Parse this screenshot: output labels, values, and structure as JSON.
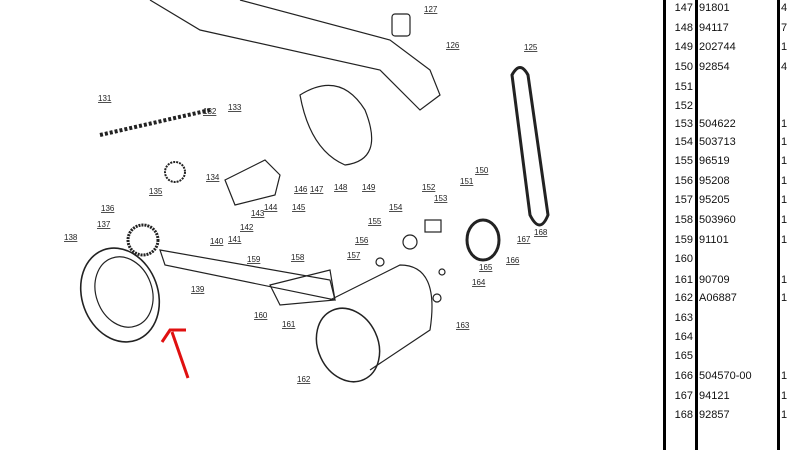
{
  "callouts": [
    "125",
    "126",
    "127",
    "131",
    "132",
    "133",
    "134",
    "135",
    "136",
    "137",
    "138",
    "139",
    "140",
    "141",
    "142",
    "143",
    "144",
    "145",
    "146",
    "147",
    "148",
    "149",
    "150",
    "151",
    "152",
    "153",
    "154",
    "155",
    "156",
    "157",
    "158",
    "159",
    "160",
    "161",
    "162",
    "163",
    "164",
    "165",
    "166",
    "167",
    "168"
  ],
  "parts_table": [
    {
      "num": "147",
      "part": "91801",
      "qty": "4"
    },
    {
      "num": "148",
      "part": "94117",
      "qty": "7"
    },
    {
      "num": "149",
      "part": "202744",
      "qty": "1"
    },
    {
      "num": "150",
      "part": "92854",
      "qty": "4"
    },
    {
      "num": "151",
      "part": "",
      "qty": ""
    },
    {
      "num": "152",
      "part": "",
      "qty": ""
    },
    {
      "num": "153",
      "part": "504622",
      "qty": "1"
    },
    {
      "num": "154",
      "part": "503713",
      "qty": "1"
    },
    {
      "num": "155",
      "part": "96519",
      "qty": "1"
    },
    {
      "num": "156",
      "part": "95208",
      "qty": "1"
    },
    {
      "num": "157",
      "part": "95205",
      "qty": "1"
    },
    {
      "num": "158",
      "part": "503960",
      "qty": "1"
    },
    {
      "num": "159",
      "part": "91101",
      "qty": "1"
    },
    {
      "num": "160",
      "part": "",
      "qty": ""
    },
    {
      "num": "161",
      "part": "90709",
      "qty": "1"
    },
    {
      "num": "162",
      "part": "A06887",
      "qty": "1"
    },
    {
      "num": "163",
      "part": "",
      "qty": ""
    },
    {
      "num": "164",
      "part": "",
      "qty": ""
    },
    {
      "num": "165",
      "part": "",
      "qty": ""
    },
    {
      "num": "166",
      "part": "504570-00",
      "qty": "1"
    },
    {
      "num": "167",
      "part": "94121",
      "qty": "1"
    },
    {
      "num": "168",
      "part": "92857",
      "qty": "1"
    }
  ],
  "colors": {
    "annotation_arrow": "#e01010",
    "line": "#222222"
  }
}
